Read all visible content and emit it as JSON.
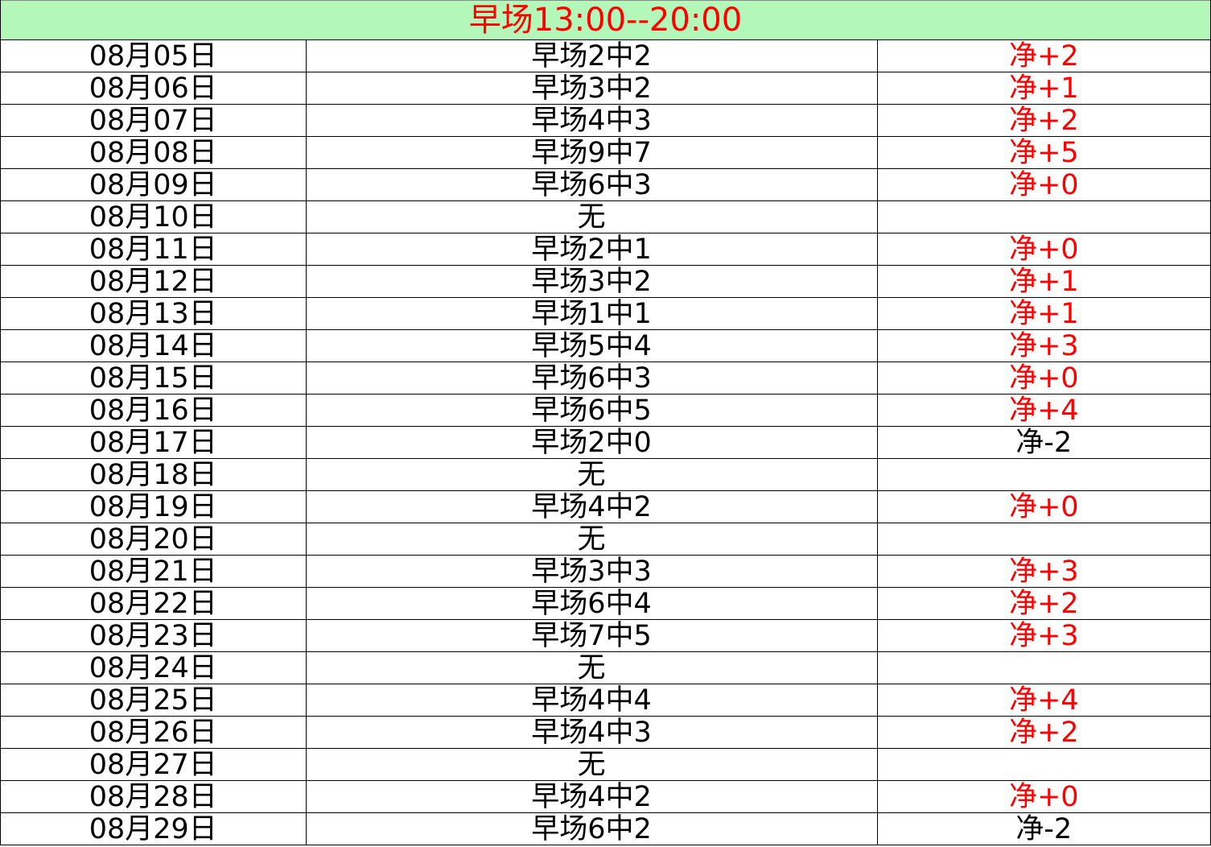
{
  "header": {
    "title": "早场13:00--20:00",
    "title_color": "#ff0000",
    "background_color": "#b3f7b9"
  },
  "rows": [
    {
      "date": "08月05日",
      "session": "早场2中2",
      "net": "净+2",
      "net_color": "red"
    },
    {
      "date": "08月06日",
      "session": "早场3中2",
      "net": "净+1",
      "net_color": "red"
    },
    {
      "date": "08月07日",
      "session": "早场4中3",
      "net": "净+2",
      "net_color": "red"
    },
    {
      "date": "08月08日",
      "session": "早场9中7",
      "net": "净+5",
      "net_color": "red"
    },
    {
      "date": "08月09日",
      "session": "早场6中3",
      "net": "净+0",
      "net_color": "red"
    },
    {
      "date": "08月10日",
      "session": "无",
      "net": "",
      "net_color": "black"
    },
    {
      "date": "08月11日",
      "session": "早场2中1",
      "net": "净+0",
      "net_color": "red"
    },
    {
      "date": "08月12日",
      "session": "早场3中2",
      "net": "净+1",
      "net_color": "red"
    },
    {
      "date": "08月13日",
      "session": "早场1中1",
      "net": "净+1",
      "net_color": "red"
    },
    {
      "date": "08月14日",
      "session": "早场5中4",
      "net": "净+3",
      "net_color": "red"
    },
    {
      "date": "08月15日",
      "session": "早场6中3",
      "net": "净+0",
      "net_color": "red"
    },
    {
      "date": "08月16日",
      "session": "早场6中5",
      "net": "净+4",
      "net_color": "red"
    },
    {
      "date": "08月17日",
      "session": "早场2中0",
      "net": "净-2",
      "net_color": "black"
    },
    {
      "date": "08月18日",
      "session": "无",
      "net": "",
      "net_color": "black"
    },
    {
      "date": "08月19日",
      "session": "早场4中2",
      "net": "净+0",
      "net_color": "red"
    },
    {
      "date": "08月20日",
      "session": "无",
      "net": "",
      "net_color": "black"
    },
    {
      "date": "08月21日",
      "session": "早场3中3",
      "net": "净+3",
      "net_color": "red"
    },
    {
      "date": "08月22日",
      "session": "早场6中4",
      "net": "净+2",
      "net_color": "red"
    },
    {
      "date": "08月23日",
      "session": "早场7中5",
      "net": "净+3",
      "net_color": "red"
    },
    {
      "date": "08月24日",
      "session": "无",
      "net": "",
      "net_color": "black"
    },
    {
      "date": "08月25日",
      "session": "早场4中4",
      "net": "净+4",
      "net_color": "red"
    },
    {
      "date": "08月26日",
      "session": "早场4中3",
      "net": "净+2",
      "net_color": "red"
    },
    {
      "date": "08月27日",
      "session": "无",
      "net": "",
      "net_color": "black"
    },
    {
      "date": "08月28日",
      "session": "早场4中2",
      "net": "净+0",
      "net_color": "red"
    },
    {
      "date": "08月29日",
      "session": "早场6中2",
      "net": "净-2",
      "net_color": "black"
    }
  ]
}
